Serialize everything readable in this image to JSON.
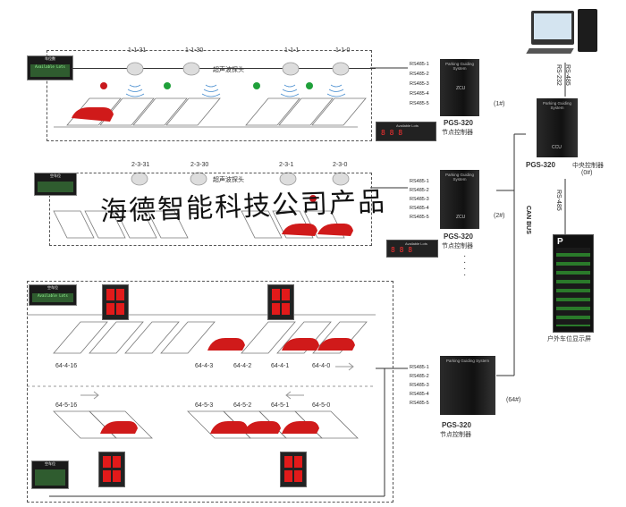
{
  "watermark": "海德智能科技公司产品",
  "levels": [
    {
      "sign_label": "车位数",
      "sign_sub": "Available Lots",
      "probes": [
        "1-1-31",
        "1-1-30",
        "1-1-1",
        "1-1-0"
      ],
      "probe_title": "超声波探头",
      "display_label": "Available Lots",
      "display_value": "8 8 8",
      "controller": {
        "model": "PGS-320",
        "name": "节点控制器",
        "id": "(1#)"
      }
    },
    {
      "sign_label": "空车位",
      "probes": [
        "2-3-31",
        "2-3-30",
        "2-3-1",
        "2-3-0"
      ],
      "probe_title": "超声波探头",
      "display_label": "Available Lots",
      "display_value": "8 8 8",
      "controller": {
        "model": "PGS-320",
        "name": "节点控制器",
        "id": "(2#)"
      }
    },
    {
      "sign_label": "空车位",
      "sign_sub": "Available Lots",
      "row1": [
        "64-4-16",
        "64-4-3",
        "64-4-2",
        "64-4-1",
        "64-4-0"
      ],
      "row2": [
        "64-5-16",
        "64-5-3",
        "64-5-2",
        "64-5-1",
        "64-5-0"
      ],
      "controller": {
        "model": "PGS-320",
        "name": "节点控制器",
        "id": "(64#)"
      }
    }
  ],
  "rs485_ports": [
    "RS485-1",
    "RS485-2",
    "RS485-3",
    "RS485-4",
    "RS485-5"
  ],
  "controller_header": "Parking Guiding System",
  "controller_badge": "ZCU",
  "central": {
    "model": "PGS-320",
    "name": "中央控制器",
    "id": "(0#)",
    "badge": "CCU"
  },
  "links": {
    "rs485": "RS-485",
    "rs232": "RS-232",
    "can": "CAN BUS"
  },
  "outdoor": {
    "name": "户外车位显示屏",
    "logo": "P"
  },
  "dots": "· · · · ·"
}
